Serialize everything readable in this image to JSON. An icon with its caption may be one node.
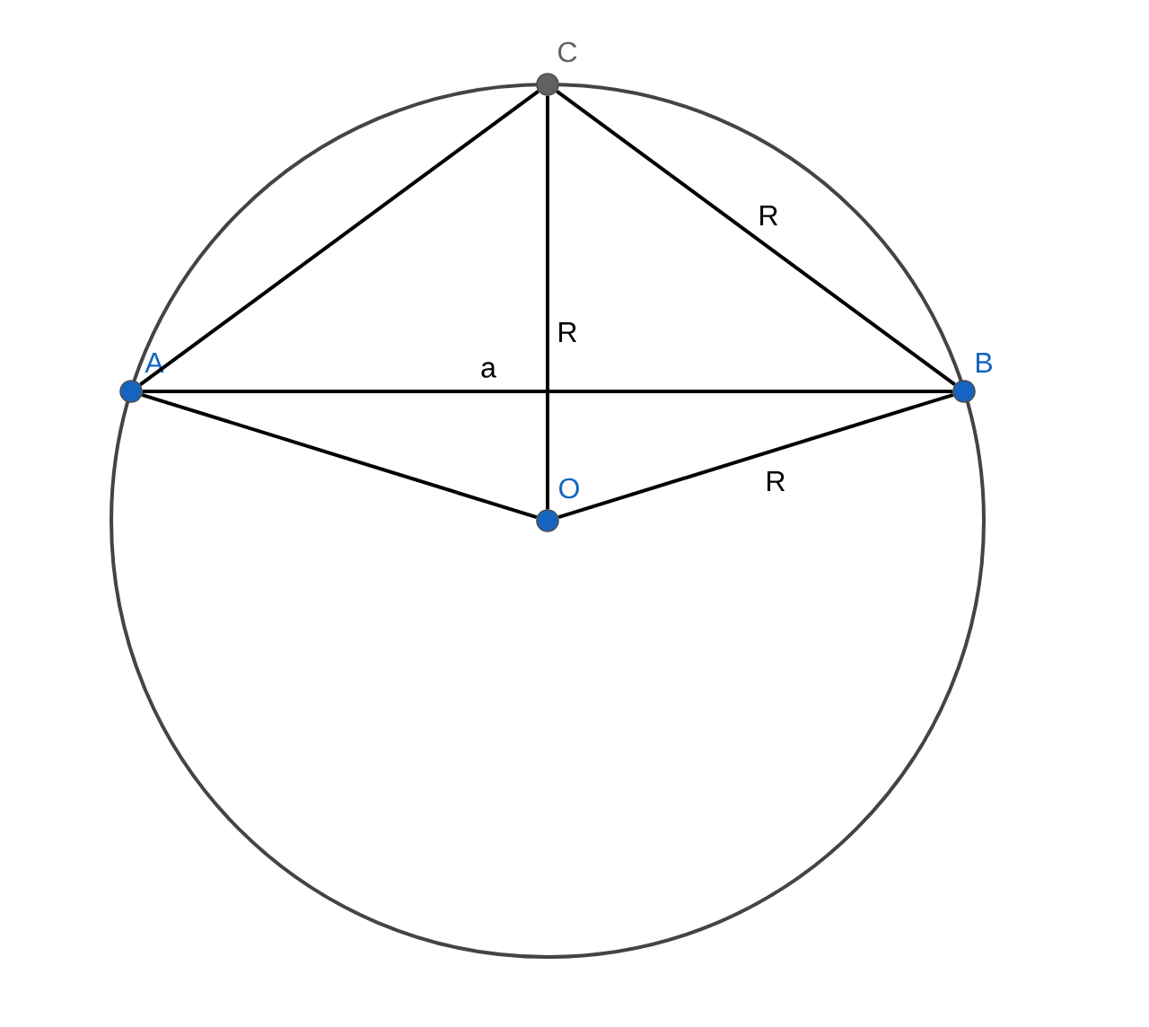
{
  "diagram": {
    "nodes": [
      {
        "text": [
          "A"
        ]
      },
      {
        "text": [
          "B"
        ]
      },
      {
        "text": [
          "C"
        ]
      },
      {
        "text": [
          "O"
        ]
      }
    ],
    "edges": [
      {
        "from": 0,
        "to": 2,
        "arrow": "none"
      },
      {
        "from": 2,
        "to": 1,
        "arrow": "none",
        "label": "R"
      },
      {
        "from": 0,
        "to": 1,
        "arrow": "none",
        "label": "a"
      },
      {
        "from": 2,
        "to": 3,
        "arrow": "none",
        "label": "R"
      },
      {
        "from": 0,
        "to": 3,
        "arrow": "none"
      },
      {
        "from": 3,
        "to": 1,
        "arrow": "none",
        "label": "R"
      }
    ]
  }
}
